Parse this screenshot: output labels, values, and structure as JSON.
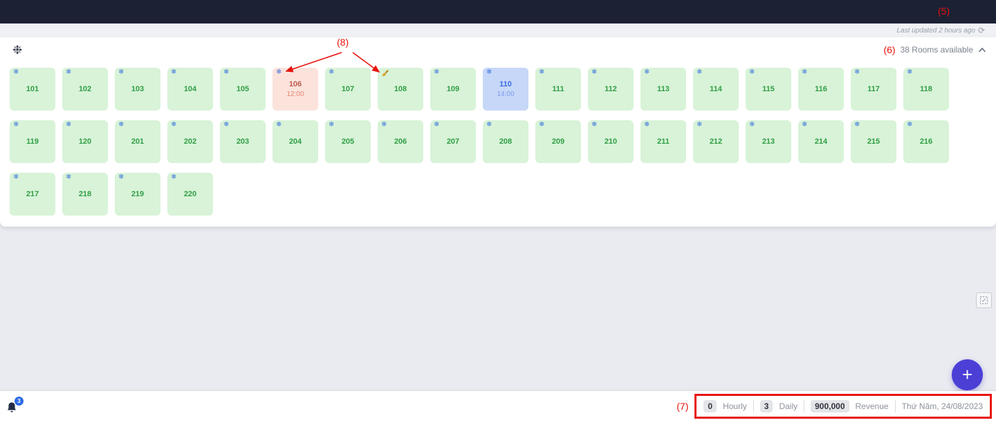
{
  "annotations": {
    "label_5": "(5)",
    "label_6": "(6)",
    "label_7": "(7)",
    "label_8": "(8)"
  },
  "status_bar": {
    "last_updated": "Last updated 2 hours ago"
  },
  "room_panel": {
    "availability_text": "38 Rooms available",
    "rooms": [
      {
        "number": "101",
        "state": "available",
        "icon": "snowflake"
      },
      {
        "number": "102",
        "state": "available",
        "icon": "snowflake"
      },
      {
        "number": "103",
        "state": "available",
        "icon": "snowflake"
      },
      {
        "number": "104",
        "state": "available",
        "icon": "snowflake"
      },
      {
        "number": "105",
        "state": "available",
        "icon": "snowflake"
      },
      {
        "number": "106",
        "state": "checkout",
        "icon": "snowflake",
        "time": "12:00"
      },
      {
        "number": "107",
        "state": "available",
        "icon": "snowflake"
      },
      {
        "number": "108",
        "state": "available",
        "icon": "broom"
      },
      {
        "number": "109",
        "state": "available",
        "icon": "snowflake"
      },
      {
        "number": "110",
        "state": "occupied",
        "icon": "snowflake",
        "time": "14:00"
      },
      {
        "number": "111",
        "state": "available",
        "icon": "snowflake"
      },
      {
        "number": "112",
        "state": "available",
        "icon": "snowflake"
      },
      {
        "number": "113",
        "state": "available",
        "icon": "snowflake"
      },
      {
        "number": "114",
        "state": "available",
        "icon": "snowflake"
      },
      {
        "number": "115",
        "state": "available",
        "icon": "snowflake"
      },
      {
        "number": "116",
        "state": "available",
        "icon": "snowflake"
      },
      {
        "number": "117",
        "state": "available",
        "icon": "snowflake"
      },
      {
        "number": "118",
        "state": "available",
        "icon": "snowflake"
      },
      {
        "number": "119",
        "state": "available",
        "icon": "snowflake"
      },
      {
        "number": "120",
        "state": "available",
        "icon": "snowflake"
      },
      {
        "number": "201",
        "state": "available",
        "icon": "snowflake"
      },
      {
        "number": "202",
        "state": "available",
        "icon": "snowflake"
      },
      {
        "number": "203",
        "state": "available",
        "icon": "snowflake"
      },
      {
        "number": "204",
        "state": "available",
        "icon": "snowflake"
      },
      {
        "number": "205",
        "state": "available",
        "icon": "snowflake"
      },
      {
        "number": "206",
        "state": "available",
        "icon": "snowflake"
      },
      {
        "number": "207",
        "state": "available",
        "icon": "snowflake"
      },
      {
        "number": "208",
        "state": "available",
        "icon": "snowflake"
      },
      {
        "number": "209",
        "state": "available",
        "icon": "snowflake"
      },
      {
        "number": "210",
        "state": "available",
        "icon": "snowflake"
      },
      {
        "number": "211",
        "state": "available",
        "icon": "snowflake"
      },
      {
        "number": "212",
        "state": "available",
        "icon": "snowflake"
      },
      {
        "number": "213",
        "state": "available",
        "icon": "snowflake"
      },
      {
        "number": "214",
        "state": "available",
        "icon": "snowflake"
      },
      {
        "number": "215",
        "state": "available",
        "icon": "snowflake"
      },
      {
        "number": "216",
        "state": "available",
        "icon": "snowflake"
      },
      {
        "number": "217",
        "state": "available",
        "icon": "snowflake"
      },
      {
        "number": "218",
        "state": "available",
        "icon": "snowflake"
      },
      {
        "number": "219",
        "state": "available",
        "icon": "snowflake"
      },
      {
        "number": "220",
        "state": "available",
        "icon": "snowflake"
      }
    ]
  },
  "fab": {
    "label": "+"
  },
  "footer": {
    "notifications_badge": "3",
    "stats": [
      {
        "value": "0",
        "label": "Hourly"
      },
      {
        "value": "3",
        "label": "Daily"
      },
      {
        "value": "900,000",
        "label": "Revenue"
      }
    ],
    "date": "Thứ Năm, 24/08/2023"
  },
  "colors": {
    "annotation_red": "#e8130c",
    "available_green_bg": "#d8f3d8",
    "available_green_text": "#2f9e44",
    "checkout_red_bg": "#fbe3dc",
    "checkout_red_text": "#bf5b4b",
    "occupied_blue_bg": "#c6d7f8",
    "occupied_blue_text": "#3a6cdf",
    "snowflake_blue": "#3d74dd",
    "broom_orange": "#d9a62e",
    "fab_purple": "#4b3fd6",
    "top_bar_dark": "#1c2134"
  }
}
